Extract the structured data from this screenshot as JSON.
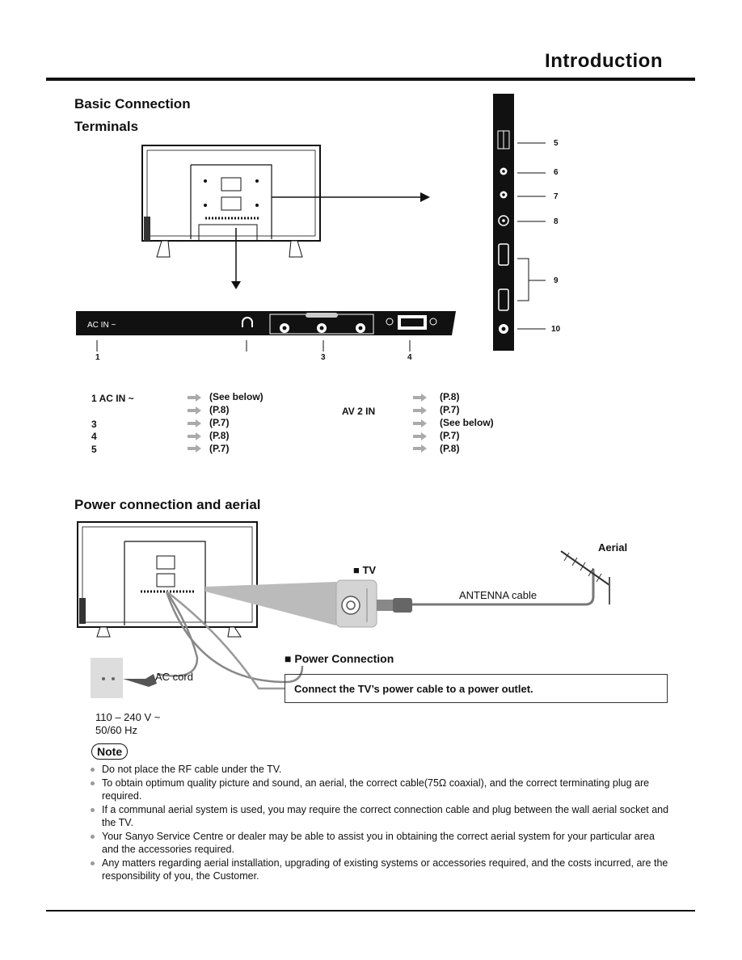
{
  "header": {
    "title": "Introduction"
  },
  "sections": {
    "basic_connection": "Basic Connection",
    "terminals": "Terminals",
    "power_aerial": "Power connection and aerial"
  },
  "panel_labels": {
    "ac_in": "AC IN ~",
    "n1": "1",
    "n3": "3",
    "n4": "4",
    "n5": "5",
    "n6": "6",
    "n7": "7",
    "n8": "8",
    "n9": "9",
    "n10": "10"
  },
  "terminal_table": {
    "left": [
      {
        "label": "1 AC IN ~",
        "ref": "(See below)"
      },
      {
        "label": "",
        "ref": "(P.8)"
      },
      {
        "label": "3",
        "ref": "(P.7)"
      },
      {
        "label": "4",
        "ref": "(P.8)"
      },
      {
        "label": "5",
        "ref": "(P.7)"
      }
    ],
    "right": [
      {
        "label": "",
        "ref": "(P.8)"
      },
      {
        "label": "AV 2 IN",
        "ref": "(P.7)"
      },
      {
        "label": "",
        "ref": "(See below)"
      },
      {
        "label": "",
        "ref": "(P.7)"
      },
      {
        "label": "",
        "ref": "(P.8)"
      }
    ]
  },
  "power": {
    "tv_label": "TV",
    "antenna_cable": "ANTENNA cable",
    "aerial": "Aerial",
    "power_connection_heading": "Power Connection",
    "power_connection_text": "Connect the TV’s power cable to a power outlet.",
    "ac_cord": "AC cord",
    "voltage": "110 – 240 V ~",
    "frequency": "50/60 Hz"
  },
  "note": {
    "badge": "Note",
    "items": [
      "Do not place the RF cable under the TV.",
      "To obtain optimum quality picture and sound, an aerial, the correct cable(75Ω coaxial), and the correct terminating plug are required.",
      "If a communal aerial system is used, you may require the correct connection cable and plug between the wall aerial socket and the TV.",
      "Your Sanyo Service Centre or dealer may be able to assist you in obtaining the correct aerial system for your particular area and the accessories required.",
      "Any matters regarding aerial installation, upgrading of existing systems or accessories required, and the costs incurred, are the responsibility of you, the Customer."
    ]
  }
}
